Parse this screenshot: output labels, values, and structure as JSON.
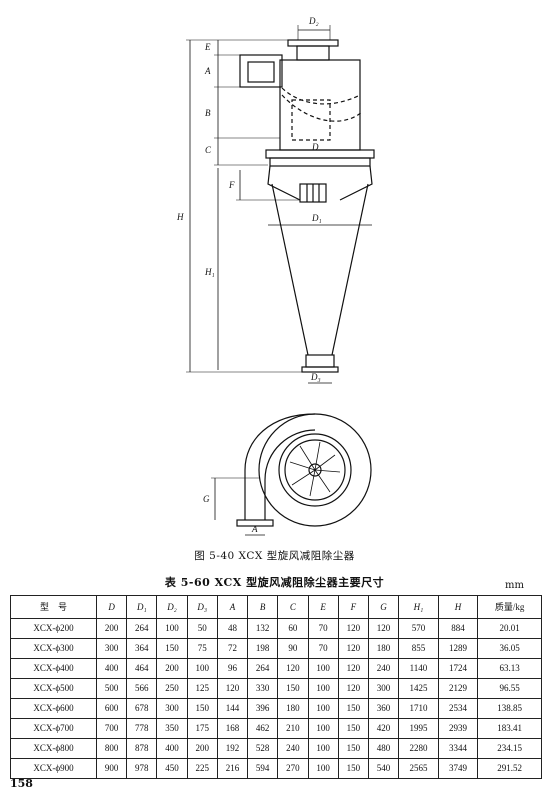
{
  "figure": {
    "caption": "图 5-40   XCX 型旋风减阻除尘器",
    "labels": {
      "D2": "D₂",
      "E": "E",
      "A": "A",
      "B": "B",
      "D": "D",
      "C": "C",
      "F": "F",
      "H": "H",
      "D1": "D₁",
      "H1": "H₁",
      "D3": "D₃",
      "G": "G",
      "A2": "A"
    }
  },
  "table": {
    "title": "表 5-60   XCX 型旋风减阻除尘器主要尺寸",
    "unit": "mm",
    "headers": [
      "型　号",
      "D",
      "D₁",
      "D₂",
      "D₃",
      "A",
      "B",
      "C",
      "E",
      "F",
      "G",
      "H₁",
      "H",
      "质量/kg"
    ],
    "rows": [
      [
        "XCX-ϕ200",
        "200",
        "264",
        "100",
        "50",
        "48",
        "132",
        "60",
        "70",
        "120",
        "120",
        "570",
        "884",
        "20.01"
      ],
      [
        "XCX-ϕ300",
        "300",
        "364",
        "150",
        "75",
        "72",
        "198",
        "90",
        "70",
        "120",
        "180",
        "855",
        "1289",
        "36.05"
      ],
      [
        "XCX-ϕ400",
        "400",
        "464",
        "200",
        "100",
        "96",
        "264",
        "120",
        "100",
        "120",
        "240",
        "1140",
        "1724",
        "63.13"
      ],
      [
        "XCX-ϕ500",
        "500",
        "566",
        "250",
        "125",
        "120",
        "330",
        "150",
        "100",
        "120",
        "300",
        "1425",
        "2129",
        "96.55"
      ],
      [
        "XCX-ϕ600",
        "600",
        "678",
        "300",
        "150",
        "144",
        "396",
        "180",
        "100",
        "150",
        "360",
        "1710",
        "2534",
        "138.85"
      ],
      [
        "XCX-ϕ700",
        "700",
        "778",
        "350",
        "175",
        "168",
        "462",
        "210",
        "100",
        "150",
        "420",
        "1995",
        "2939",
        "183.41"
      ],
      [
        "XCX-ϕ800",
        "800",
        "878",
        "400",
        "200",
        "192",
        "528",
        "240",
        "100",
        "150",
        "480",
        "2280",
        "3344",
        "234.15"
      ],
      [
        "XCX-ϕ900",
        "900",
        "978",
        "450",
        "225",
        "216",
        "594",
        "270",
        "100",
        "150",
        "540",
        "2565",
        "3749",
        "291.52"
      ]
    ]
  },
  "page_number": "158"
}
